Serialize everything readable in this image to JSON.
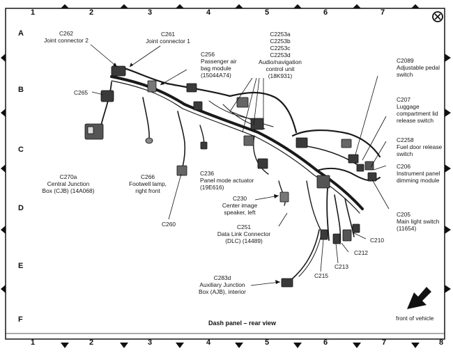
{
  "grid": {
    "columns": [
      "1",
      "2",
      "3",
      "4",
      "5",
      "6",
      "7",
      "8"
    ],
    "rows": [
      "A",
      "B",
      "C",
      "D",
      "E",
      "F"
    ]
  },
  "title": "Dash panel – rear view",
  "direction_label": "front of vehicle",
  "callouts": {
    "c262": "C262\nJoint connector 2",
    "c261": "C261\nJoint connector 1",
    "c256": "C256\nPassenger air\nbag module\n(15044A74)",
    "c2253": "C2253a\nC2253b\nC2253c\nC2253d\nAudio/navigation\ncontrol unit\n(18K931)",
    "c2089": "C2089\nAdjustable pedal\nswitch",
    "c265": "C265",
    "c207": "C207\nLuggage\ncompartment lid\nrelease switch",
    "c2258": "C2258\nFuel door release\nswitch",
    "c206": "C206\nInstrument panel\ndimming module",
    "c270a": "C270a\nCentral Junction\nBox (CJB) (14A068)",
    "c266": "C266\nFootwell lamp,\nright front",
    "c236": "C236\nPanel mode actuator\n(19E616)",
    "c230": "C230\nCenter image\nspeaker, left",
    "c260": "C260",
    "c205": "C205\nMain light switch\n(11654)",
    "c251": "C251\nData Link Connector\n(DLC) (14489)",
    "c210": "C210",
    "c212": "C212",
    "c213": "C213",
    "c215": "C215",
    "c283d": "C283d\nAuxiliary Junction\nBox (AJB), interior"
  }
}
